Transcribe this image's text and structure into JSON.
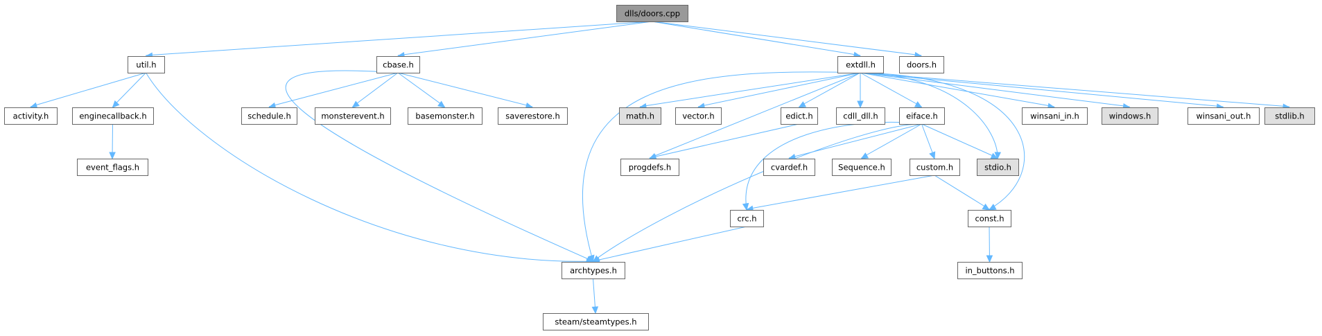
{
  "diagram": {
    "title": "",
    "nodes": [
      {
        "id": "doors_cpp",
        "label": "dlls/doors.cpp",
        "style": "root"
      },
      {
        "id": "util",
        "label": "util.h",
        "style": "normal"
      },
      {
        "id": "cbase",
        "label": "cbase.h",
        "style": "normal"
      },
      {
        "id": "extdll",
        "label": "extdll.h",
        "style": "normal"
      },
      {
        "id": "doors_h",
        "label": "doors.h",
        "style": "normal"
      },
      {
        "id": "activity",
        "label": "activity.h",
        "style": "normal"
      },
      {
        "id": "enginecallback",
        "label": "enginecallback.h",
        "style": "normal"
      },
      {
        "id": "event_flags",
        "label": "event_flags.h",
        "style": "normal"
      },
      {
        "id": "schedule",
        "label": "schedule.h",
        "style": "normal"
      },
      {
        "id": "monsterevent",
        "label": "monsterevent.h",
        "style": "normal"
      },
      {
        "id": "basemonster",
        "label": "basemonster.h",
        "style": "normal"
      },
      {
        "id": "saverestore",
        "label": "saverestore.h",
        "style": "normal"
      },
      {
        "id": "math",
        "label": "math.h",
        "style": "system"
      },
      {
        "id": "vector",
        "label": "vector.h",
        "style": "normal"
      },
      {
        "id": "edict",
        "label": "edict.h",
        "style": "normal"
      },
      {
        "id": "cdll_dll",
        "label": "cdll_dll.h",
        "style": "normal"
      },
      {
        "id": "eiface",
        "label": "eiface.h",
        "style": "normal"
      },
      {
        "id": "winsani_in",
        "label": "winsani_in.h",
        "style": "normal"
      },
      {
        "id": "windows",
        "label": "windows.h",
        "style": "system"
      },
      {
        "id": "winsani_out",
        "label": "winsani_out.h",
        "style": "normal"
      },
      {
        "id": "stdlib",
        "label": "stdlib.h",
        "style": "system"
      },
      {
        "id": "progdefs",
        "label": "progdefs.h",
        "style": "normal"
      },
      {
        "id": "cvardef",
        "label": "cvardef.h",
        "style": "normal"
      },
      {
        "id": "sequence",
        "label": "Sequence.h",
        "style": "normal"
      },
      {
        "id": "custom",
        "label": "custom.h",
        "style": "normal"
      },
      {
        "id": "stdio",
        "label": "stdio.h",
        "style": "system"
      },
      {
        "id": "crc",
        "label": "crc.h",
        "style": "normal"
      },
      {
        "id": "const",
        "label": "const.h",
        "style": "normal"
      },
      {
        "id": "archtypes",
        "label": "archtypes.h",
        "style": "normal"
      },
      {
        "id": "in_buttons",
        "label": "in_buttons.h",
        "style": "normal"
      },
      {
        "id": "steamtypes",
        "label": "steam/steamtypes.h",
        "style": "normal"
      }
    ],
    "edges": [
      [
        "doors_cpp",
        "util"
      ],
      [
        "doors_cpp",
        "cbase"
      ],
      [
        "doors_cpp",
        "extdll"
      ],
      [
        "doors_cpp",
        "doors_h"
      ],
      [
        "util",
        "activity"
      ],
      [
        "util",
        "enginecallback"
      ],
      [
        "util",
        "archtypes"
      ],
      [
        "enginecallback",
        "event_flags"
      ],
      [
        "cbase",
        "schedule"
      ],
      [
        "cbase",
        "monsterevent"
      ],
      [
        "cbase",
        "basemonster"
      ],
      [
        "cbase",
        "saverestore"
      ],
      [
        "cbase",
        "archtypes"
      ],
      [
        "extdll",
        "archtypes"
      ],
      [
        "extdll",
        "math"
      ],
      [
        "extdll",
        "vector"
      ],
      [
        "extdll",
        "edict"
      ],
      [
        "extdll",
        "cdll_dll"
      ],
      [
        "extdll",
        "eiface"
      ],
      [
        "extdll",
        "progdefs"
      ],
      [
        "extdll",
        "stdio"
      ],
      [
        "extdll",
        "const"
      ],
      [
        "extdll",
        "winsani_in"
      ],
      [
        "extdll",
        "windows"
      ],
      [
        "extdll",
        "winsani_out"
      ],
      [
        "extdll",
        "stdlib"
      ],
      [
        "edict",
        "progdefs"
      ],
      [
        "eiface",
        "archtypes"
      ],
      [
        "eiface",
        "crc"
      ],
      [
        "eiface",
        "cvardef"
      ],
      [
        "eiface",
        "sequence"
      ],
      [
        "eiface",
        "custom"
      ],
      [
        "eiface",
        "stdio"
      ],
      [
        "custom",
        "crc"
      ],
      [
        "custom",
        "const"
      ],
      [
        "crc",
        "archtypes"
      ],
      [
        "const",
        "in_buttons"
      ],
      [
        "archtypes",
        "steamtypes"
      ]
    ],
    "colors": {
      "edge": "#63b8ff",
      "node_border": "#666666",
      "root_fill": "#999999",
      "system_fill": "#e0e0e0",
      "normal_fill": "#ffffff"
    }
  }
}
